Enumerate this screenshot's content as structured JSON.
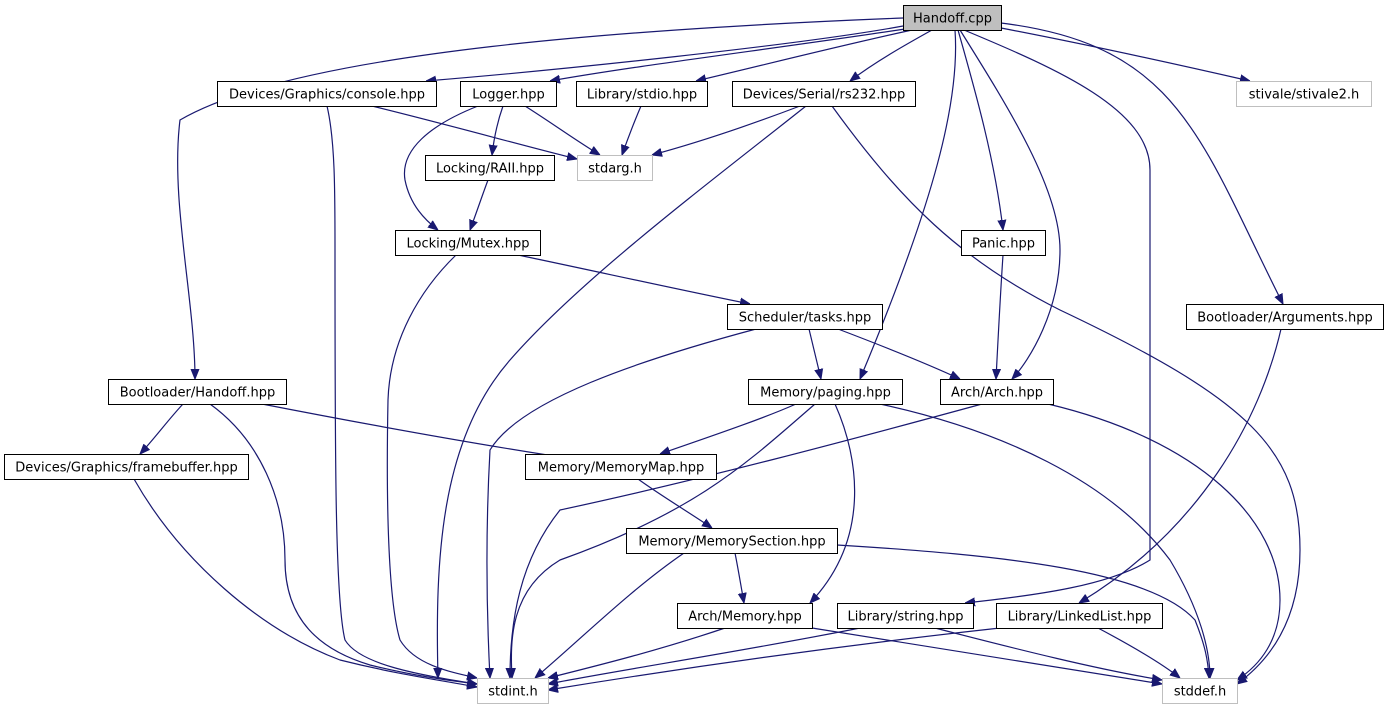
{
  "graph": {
    "root": "Handoff.cpp",
    "nodes": [
      {
        "id": "handoff_cpp",
        "label": "Handoff.cpp",
        "kind": "root"
      },
      {
        "id": "console_hpp",
        "label": "Devices/Graphics/console.hpp",
        "kind": "file"
      },
      {
        "id": "logger_hpp",
        "label": "Logger.hpp",
        "kind": "file"
      },
      {
        "id": "stdio_hpp",
        "label": "Library/stdio.hpp",
        "kind": "file"
      },
      {
        "id": "rs232_hpp",
        "label": "Devices/Serial/rs232.hpp",
        "kind": "file"
      },
      {
        "id": "stivale2_h",
        "label": "stivale/stivale2.h",
        "kind": "external"
      },
      {
        "id": "raii_hpp",
        "label": "Locking/RAII.hpp",
        "kind": "file"
      },
      {
        "id": "stdarg_h",
        "label": "stdarg.h",
        "kind": "external"
      },
      {
        "id": "mutex_hpp",
        "label": "Locking/Mutex.hpp",
        "kind": "file"
      },
      {
        "id": "panic_hpp",
        "label": "Panic.hpp",
        "kind": "file"
      },
      {
        "id": "tasks_hpp",
        "label": "Scheduler/tasks.hpp",
        "kind": "file"
      },
      {
        "id": "arguments_hpp",
        "label": "Bootloader/Arguments.hpp",
        "kind": "file"
      },
      {
        "id": "bl_handoff_hpp",
        "label": "Bootloader/Handoff.hpp",
        "kind": "file"
      },
      {
        "id": "paging_hpp",
        "label": "Memory/paging.hpp",
        "kind": "file"
      },
      {
        "id": "arch_hpp",
        "label": "Arch/Arch.hpp",
        "kind": "file"
      },
      {
        "id": "framebuffer_hpp",
        "label": "Devices/Graphics/framebuffer.hpp",
        "kind": "file"
      },
      {
        "id": "memorymap_hpp",
        "label": "Memory/MemoryMap.hpp",
        "kind": "file"
      },
      {
        "id": "memorysection_hpp",
        "label": "Memory/MemorySection.hpp",
        "kind": "file"
      },
      {
        "id": "archmemory_hpp",
        "label": "Arch/Memory.hpp",
        "kind": "file"
      },
      {
        "id": "string_hpp",
        "label": "Library/string.hpp",
        "kind": "file"
      },
      {
        "id": "linkedlist_hpp",
        "label": "Library/LinkedList.hpp",
        "kind": "file"
      },
      {
        "id": "stdint_h",
        "label": "stdint.h",
        "kind": "external"
      },
      {
        "id": "stddef_h",
        "label": "stddef.h",
        "kind": "external"
      }
    ],
    "edges": [
      {
        "from": "handoff_cpp",
        "to": "console_hpp"
      },
      {
        "from": "handoff_cpp",
        "to": "logger_hpp"
      },
      {
        "from": "handoff_cpp",
        "to": "stdio_hpp"
      },
      {
        "from": "handoff_cpp",
        "to": "rs232_hpp"
      },
      {
        "from": "handoff_cpp",
        "to": "stivale2_h"
      },
      {
        "from": "handoff_cpp",
        "to": "bl_handoff_hpp"
      },
      {
        "from": "handoff_cpp",
        "to": "paging_hpp"
      },
      {
        "from": "handoff_cpp",
        "to": "panic_hpp"
      },
      {
        "from": "handoff_cpp",
        "to": "arch_hpp"
      },
      {
        "from": "handoff_cpp",
        "to": "string_hpp"
      },
      {
        "from": "handoff_cpp",
        "to": "arguments_hpp"
      },
      {
        "from": "console_hpp",
        "to": "stdarg_h"
      },
      {
        "from": "console_hpp",
        "to": "stdint_h"
      },
      {
        "from": "logger_hpp",
        "to": "stdarg_h"
      },
      {
        "from": "logger_hpp",
        "to": "raii_hpp"
      },
      {
        "from": "logger_hpp",
        "to": "mutex_hpp"
      },
      {
        "from": "stdio_hpp",
        "to": "stdarg_h"
      },
      {
        "from": "rs232_hpp",
        "to": "stdarg_h"
      },
      {
        "from": "rs232_hpp",
        "to": "stdint_h"
      },
      {
        "from": "rs232_hpp",
        "to": "stddef_h"
      },
      {
        "from": "raii_hpp",
        "to": "mutex_hpp"
      },
      {
        "from": "mutex_hpp",
        "to": "tasks_hpp"
      },
      {
        "from": "mutex_hpp",
        "to": "stdint_h"
      },
      {
        "from": "panic_hpp",
        "to": "arch_hpp"
      },
      {
        "from": "tasks_hpp",
        "to": "paging_hpp"
      },
      {
        "from": "tasks_hpp",
        "to": "arch_hpp"
      },
      {
        "from": "tasks_hpp",
        "to": "stdint_h"
      },
      {
        "from": "arguments_hpp",
        "to": "linkedlist_hpp"
      },
      {
        "from": "bl_handoff_hpp",
        "to": "framebuffer_hpp"
      },
      {
        "from": "bl_handoff_hpp",
        "to": "memorymap_hpp"
      },
      {
        "from": "bl_handoff_hpp",
        "to": "stdint_h"
      },
      {
        "from": "paging_hpp",
        "to": "memorymap_hpp"
      },
      {
        "from": "paging_hpp",
        "to": "archmemory_hpp"
      },
      {
        "from": "paging_hpp",
        "to": "stdint_h"
      },
      {
        "from": "paging_hpp",
        "to": "stddef_h"
      },
      {
        "from": "arch_hpp",
        "to": "stdint_h"
      },
      {
        "from": "arch_hpp",
        "to": "stddef_h"
      },
      {
        "from": "framebuffer_hpp",
        "to": "stdint_h"
      },
      {
        "from": "memorymap_hpp",
        "to": "memorysection_hpp"
      },
      {
        "from": "memorysection_hpp",
        "to": "archmemory_hpp"
      },
      {
        "from": "memorysection_hpp",
        "to": "stdint_h"
      },
      {
        "from": "memorysection_hpp",
        "to": "stddef_h"
      },
      {
        "from": "archmemory_hpp",
        "to": "stdint_h"
      },
      {
        "from": "archmemory_hpp",
        "to": "stddef_h"
      },
      {
        "from": "string_hpp",
        "to": "stdint_h"
      },
      {
        "from": "string_hpp",
        "to": "stddef_h"
      },
      {
        "from": "linkedlist_hpp",
        "to": "stdint_h"
      },
      {
        "from": "linkedlist_hpp",
        "to": "stddef_h"
      }
    ]
  },
  "colors": {
    "edge": "#191970",
    "root_fill": "#bfbfbf",
    "node_border": "#000000",
    "external_border": "#bfbfbf"
  }
}
